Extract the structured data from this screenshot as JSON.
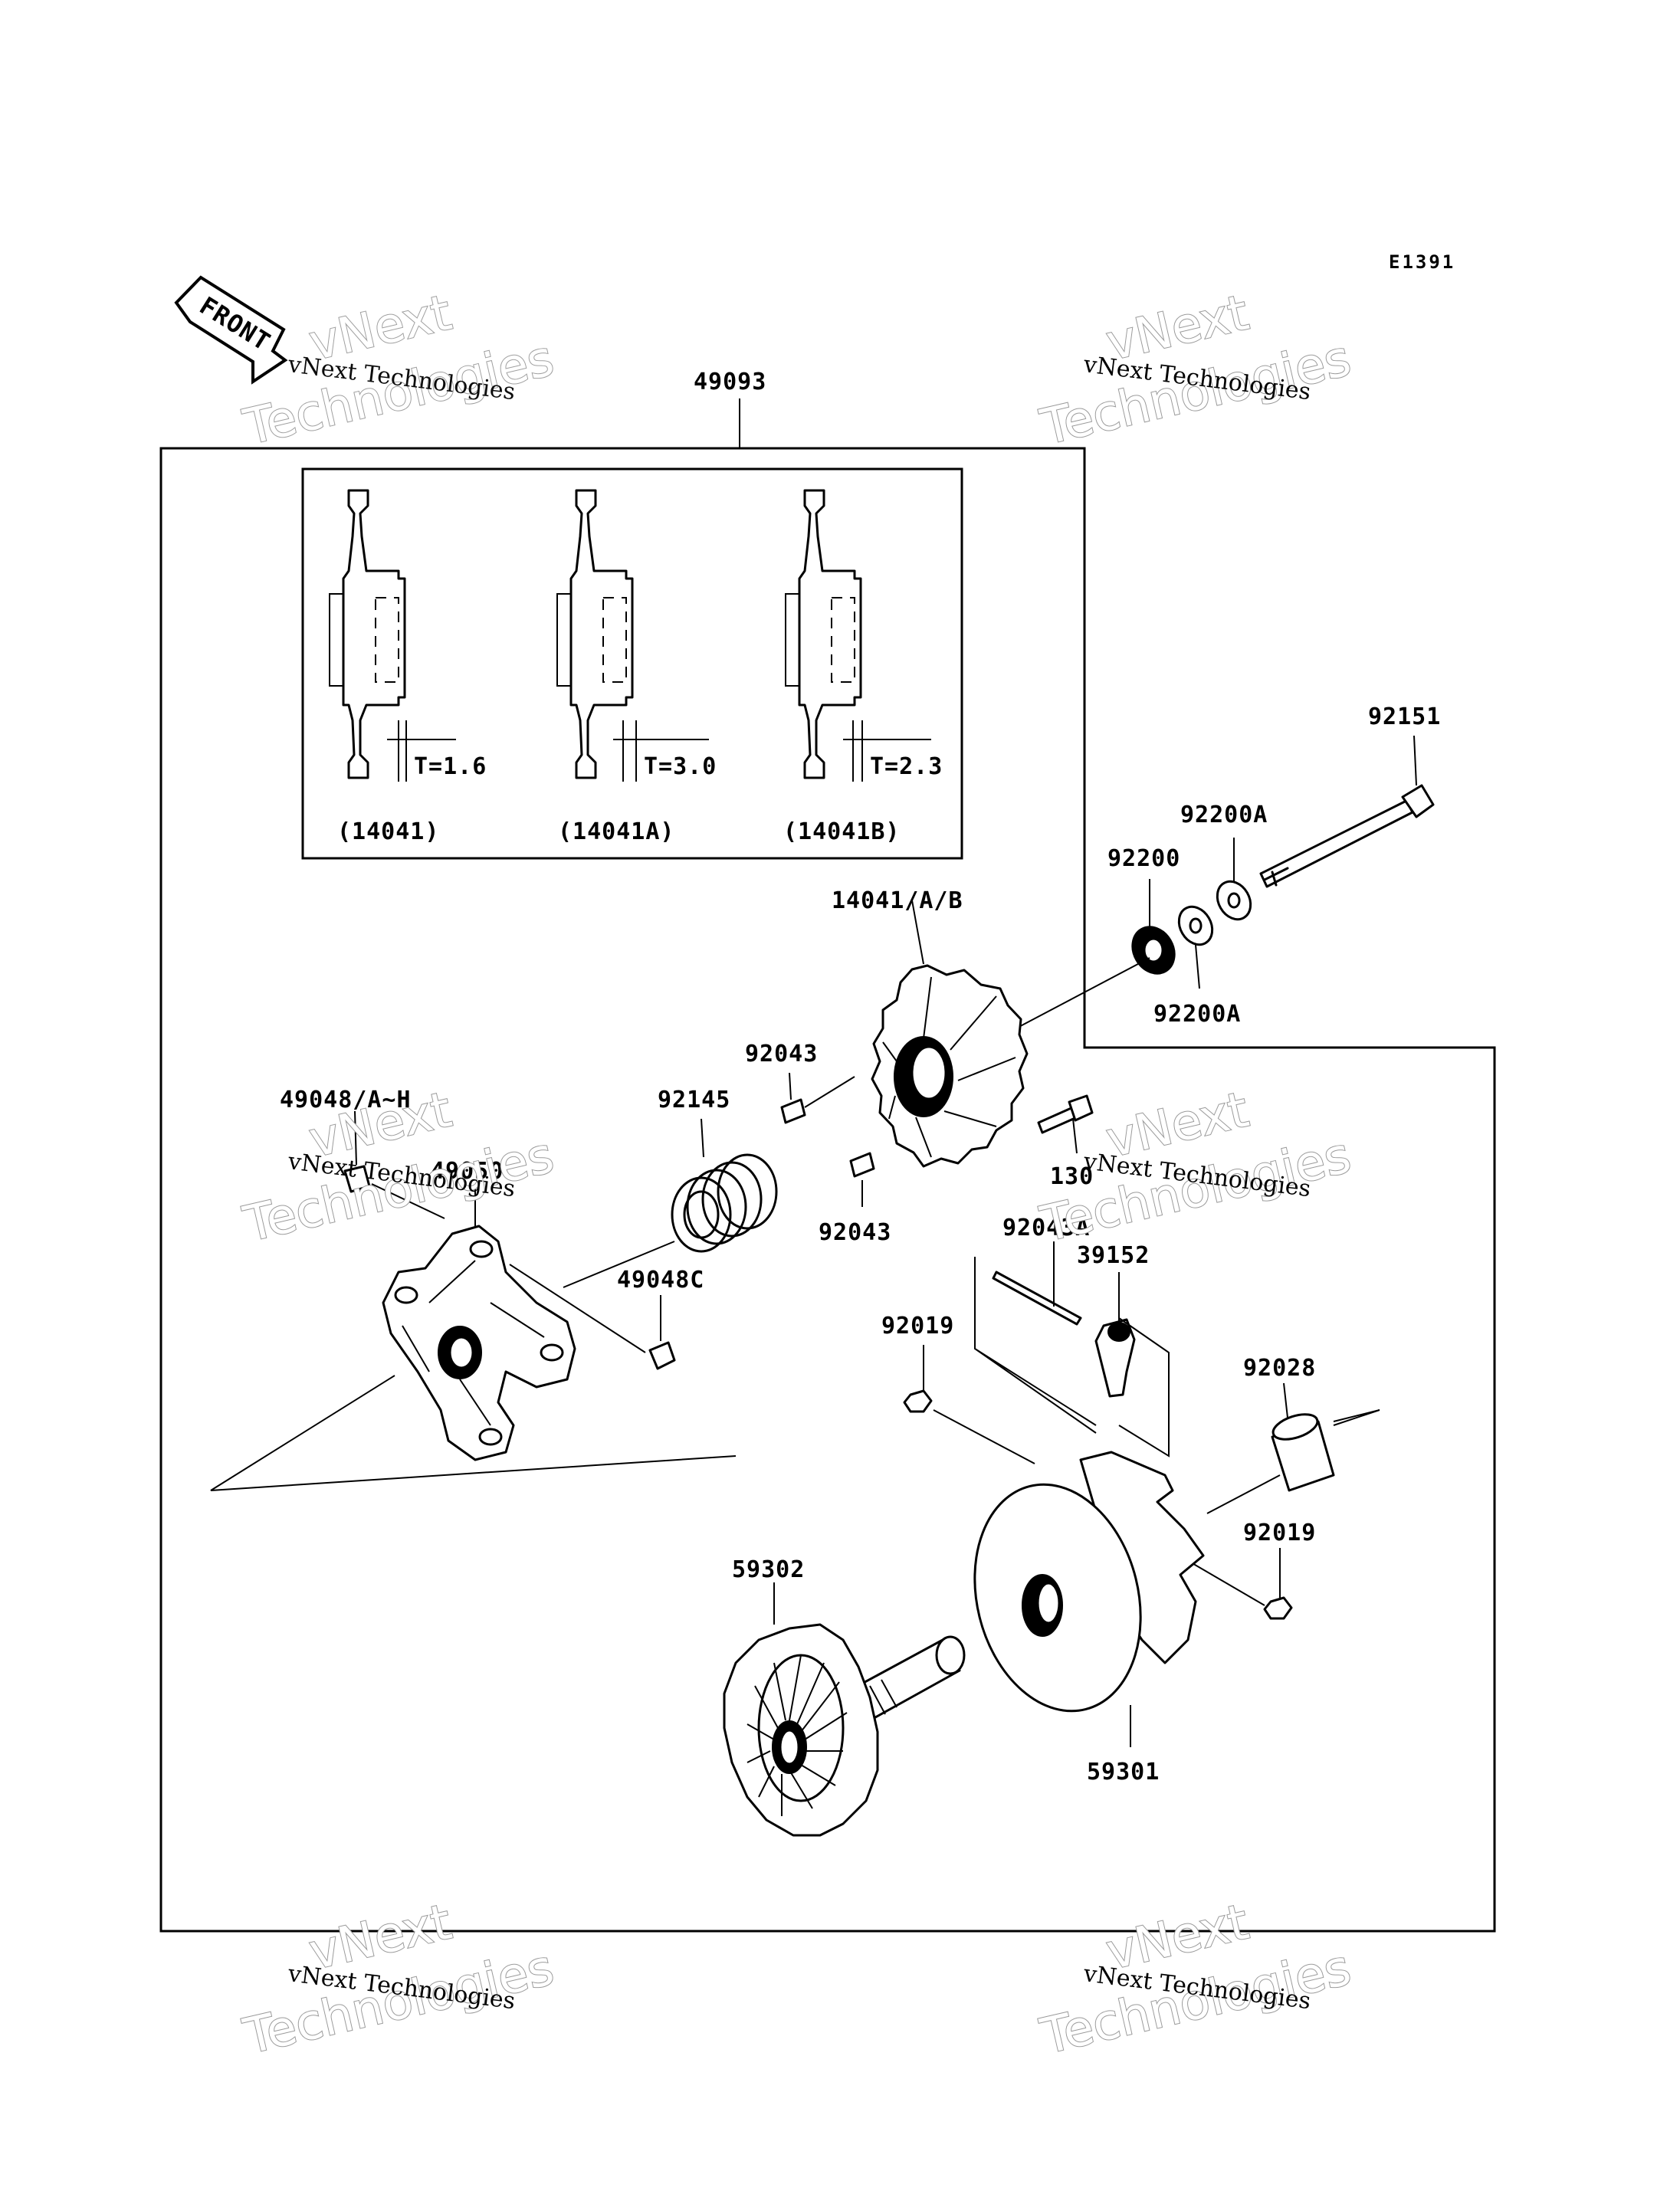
{
  "diagram": {
    "code": "E1391",
    "front_label": "FRONT",
    "assembly_label": "49093",
    "inset": {
      "variants": [
        {
          "thickness": "T=1.6",
          "part": "(14041)"
        },
        {
          "thickness": "T=3.0",
          "part": "(14041A)"
        },
        {
          "thickness": "T=2.3",
          "part": "(14041B)"
        }
      ]
    },
    "part_labels": {
      "p92151": "92151",
      "p92200A_top": "92200A",
      "p92200": "92200",
      "p92200A_bottom": "92200A",
      "p14041AB": "14041/A/B",
      "p92043_top": "92043",
      "p92043_bottom": "92043",
      "p130": "130",
      "p49048AH": "49048/A~H",
      "p49050": "49050",
      "p92145": "92145",
      "p49048C": "49048C",
      "p92043A": "92043A",
      "p39152": "39152",
      "p92019_top": "92019",
      "p92028": "92028",
      "p92019_bottom": "92019",
      "p59302": "59302",
      "p59301": "59301"
    },
    "watermark": {
      "line": "vNext Technologies",
      "big_top": "vNext",
      "big_bottom": "Technologies"
    }
  }
}
